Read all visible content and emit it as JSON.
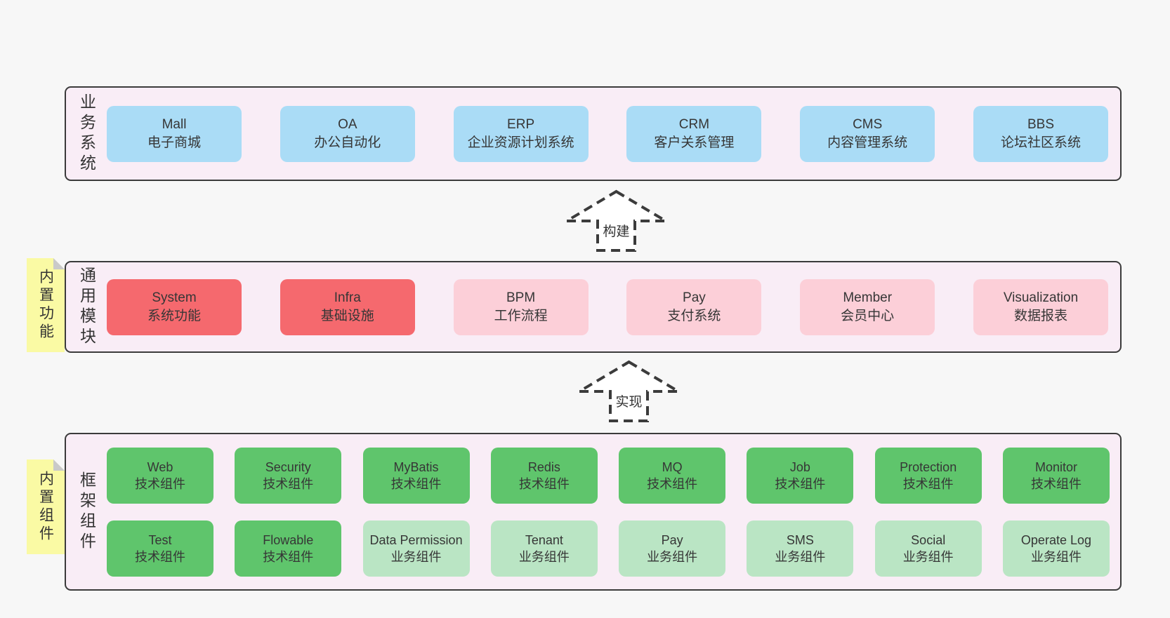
{
  "palette": {
    "page_background": "#f7f7f7",
    "container_background": "#f9edf6",
    "container_border": "#3b3b3b",
    "blue": "#aadcf6",
    "red": "#f5696e",
    "pink": "#fccfd8",
    "green": "#5fc56c",
    "lightgreen": "#bae5c4",
    "note_yellow": "#fafaa4",
    "note_fold_gray": "#c9c9c9",
    "text": "#363636"
  },
  "arrows": [
    {
      "label": "构建"
    },
    {
      "label": "实现"
    }
  ],
  "sections": {
    "business": {
      "label": "业务系统",
      "boxes": [
        {
          "title": "Mall",
          "subtitle": "电子商城"
        },
        {
          "title": "OA",
          "subtitle": "办公自动化"
        },
        {
          "title": "ERP",
          "subtitle": "企业资源计划系统"
        },
        {
          "title": "CRM",
          "subtitle": "客户关系管理"
        },
        {
          "title": "CMS",
          "subtitle": "内容管理系统"
        },
        {
          "title": "BBS",
          "subtitle": "论坛社区系统"
        }
      ]
    },
    "modules": {
      "label": "通用模块",
      "note": "内置功能",
      "boxes": [
        {
          "title": "System",
          "subtitle": "系统功能",
          "variant": "red"
        },
        {
          "title": "Infra",
          "subtitle": "基础设施",
          "variant": "red"
        },
        {
          "title": "BPM",
          "subtitle": "工作流程",
          "variant": "pink"
        },
        {
          "title": "Pay",
          "subtitle": "支付系统",
          "variant": "pink"
        },
        {
          "title": "Member",
          "subtitle": "会员中心",
          "variant": "pink"
        },
        {
          "title": "Visualization",
          "subtitle": "数据报表",
          "variant": "pink"
        }
      ]
    },
    "components": {
      "label": "框架组件",
      "note": "内置组件",
      "row1": [
        {
          "title": "Web",
          "subtitle": "技术组件",
          "variant": "green"
        },
        {
          "title": "Security",
          "subtitle": "技术组件",
          "variant": "green"
        },
        {
          "title": "MyBatis",
          "subtitle": "技术组件",
          "variant": "green"
        },
        {
          "title": "Redis",
          "subtitle": "技术组件",
          "variant": "green"
        },
        {
          "title": "MQ",
          "subtitle": "技术组件",
          "variant": "green"
        },
        {
          "title": "Job",
          "subtitle": "技术组件",
          "variant": "green"
        },
        {
          "title": "Protection",
          "subtitle": "技术组件",
          "variant": "green"
        },
        {
          "title": "Monitor",
          "subtitle": "技术组件",
          "variant": "green"
        }
      ],
      "row2": [
        {
          "title": "Test",
          "subtitle": "技术组件",
          "variant": "green"
        },
        {
          "title": "Flowable",
          "subtitle": "技术组件",
          "variant": "green"
        },
        {
          "title": "Data Permission",
          "subtitle": "业务组件",
          "variant": "lightgreen"
        },
        {
          "title": "Tenant",
          "subtitle": "业务组件",
          "variant": "lightgreen"
        },
        {
          "title": "Pay",
          "subtitle": "业务组件",
          "variant": "lightgreen"
        },
        {
          "title": "SMS",
          "subtitle": "业务组件",
          "variant": "lightgreen"
        },
        {
          "title": "Social",
          "subtitle": "业务组件",
          "variant": "lightgreen"
        },
        {
          "title": "Operate Log",
          "subtitle": "业务组件",
          "variant": "lightgreen"
        }
      ]
    }
  }
}
